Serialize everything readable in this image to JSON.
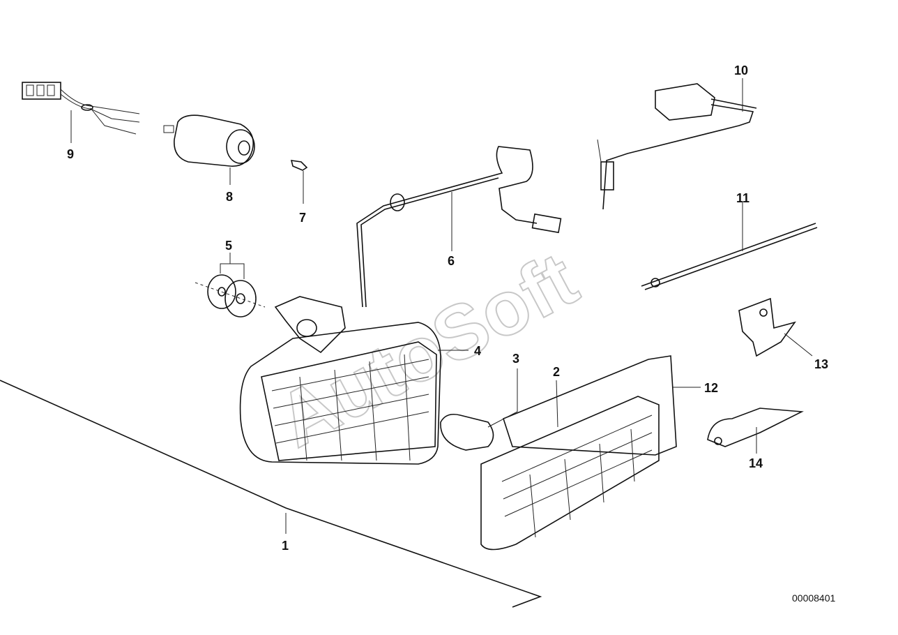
{
  "callouts": {
    "c1": "1",
    "c2": "2",
    "c3": "3",
    "c4": "4",
    "c5": "5",
    "c6": "6",
    "c7": "7",
    "c8": "8",
    "c9": "9",
    "c10": "10",
    "c11": "11",
    "c12": "12",
    "c13": "13",
    "c14": "14"
  },
  "diagram_id": "00008401",
  "watermark": "AutoSoft",
  "colors": {
    "line": "#111111",
    "watermark": "#c8c8c8",
    "background": "#ffffff"
  }
}
